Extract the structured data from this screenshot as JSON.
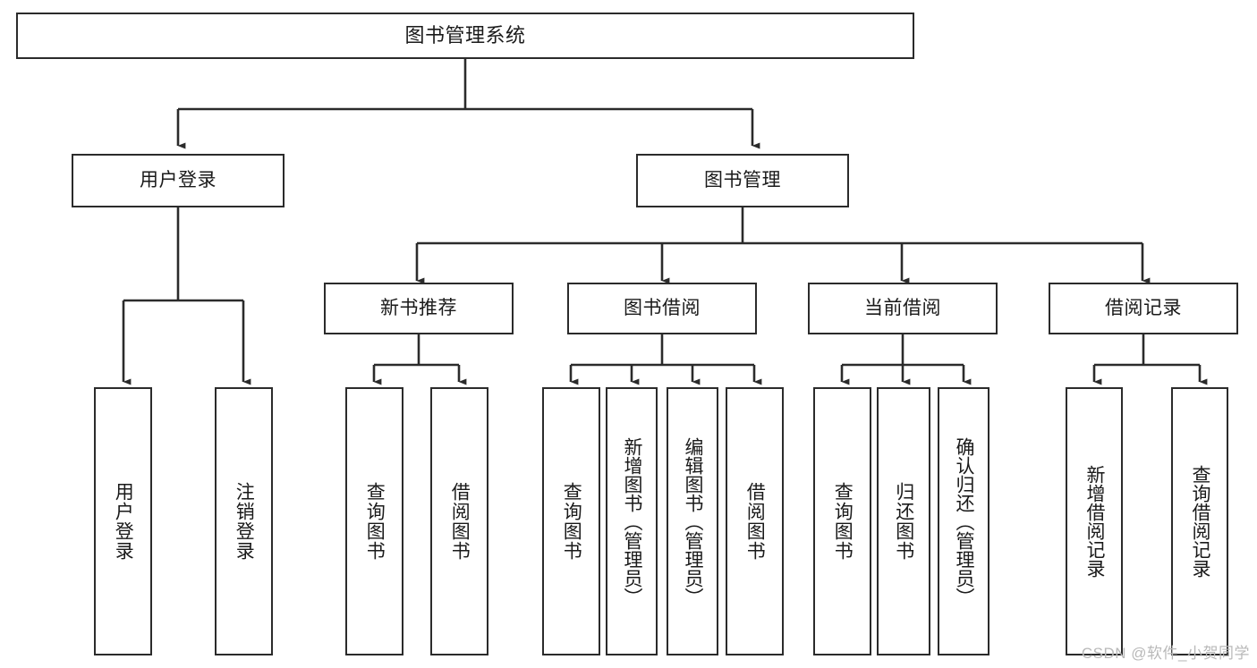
{
  "diagram": {
    "title": "图书管理系统",
    "type": "tree-hierarchy-chart",
    "watermark": "CSDN @软件_小贺同学",
    "colors": {
      "background": "#ffffff",
      "node_border": "#2b2b2b",
      "node_fill": "#ffffff",
      "edge": "#2b2b2b",
      "text": "#1a1a1a",
      "watermark": "#b9b9b9"
    },
    "levels": {
      "root": {
        "label": "图书管理系统"
      },
      "level2": [
        {
          "id": "user-login",
          "label": "用户登录"
        },
        {
          "id": "book-manage",
          "label": "图书管理"
        }
      ],
      "level3": [
        {
          "id": "new-book-recommend",
          "label": "新书推荐"
        },
        {
          "id": "book-borrow",
          "label": "图书借阅"
        },
        {
          "id": "current-borrow",
          "label": "当前借阅"
        },
        {
          "id": "borrow-record",
          "label": "借阅记录"
        }
      ],
      "leaves": [
        {
          "id": "leaf-user-login",
          "label": "用户登录",
          "parent": "user-login"
        },
        {
          "id": "leaf-logout-login",
          "label": "注销登录",
          "parent": "user-login"
        },
        {
          "id": "leaf-query-book-1",
          "label": "查询图书",
          "parent": "new-book-recommend"
        },
        {
          "id": "leaf-borrow-book-1",
          "label": "借阅图书",
          "parent": "new-book-recommend"
        },
        {
          "id": "leaf-query-book-2",
          "label": "查询图书",
          "parent": "book-borrow"
        },
        {
          "id": "leaf-add-book",
          "label": "新增图书（管理员）",
          "parent": "book-borrow"
        },
        {
          "id": "leaf-edit-book",
          "label": "编辑图书（管理员）",
          "parent": "book-borrow"
        },
        {
          "id": "leaf-borrow-book-2",
          "label": "借阅图书",
          "parent": "book-borrow"
        },
        {
          "id": "leaf-query-book-3",
          "label": "查询图书",
          "parent": "current-borrow"
        },
        {
          "id": "leaf-return-book",
          "label": "归还图书",
          "parent": "current-borrow"
        },
        {
          "id": "leaf-confirm-return",
          "label": "确认归还（管理员）",
          "parent": "current-borrow"
        },
        {
          "id": "leaf-add-record",
          "label": "新增借阅记录",
          "parent": "borrow-record"
        },
        {
          "id": "leaf-query-record",
          "label": "查询借阅记录",
          "parent": "borrow-record"
        }
      ]
    }
  }
}
